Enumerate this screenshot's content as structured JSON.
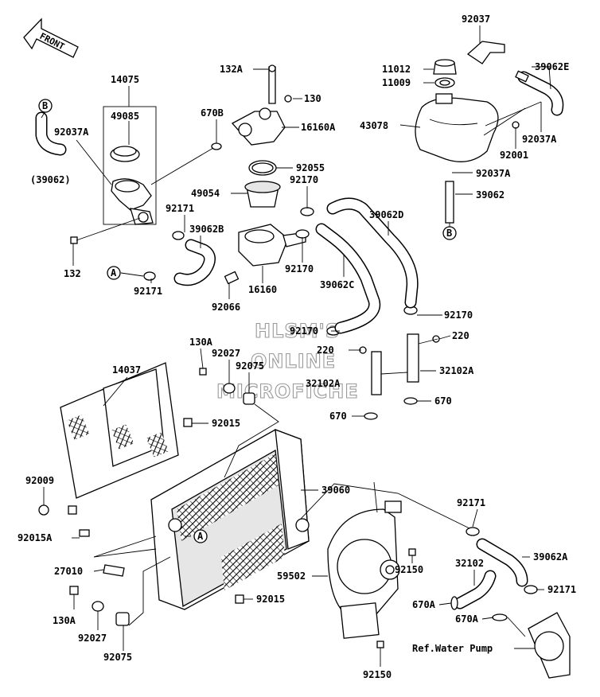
{
  "front_arrow": {
    "label": "FRONT"
  },
  "watermark": {
    "lines": [
      "HLSM'S",
      "ONLINE",
      "MICROFICHE"
    ]
  },
  "callouts": {
    "p92037": "92037",
    "p11012": "11012",
    "p11009": "11009",
    "p39062E": "39062E",
    "p43078": "43078",
    "p92037A_r": "92037A",
    "p92001": "92001",
    "p92037A_r2": "92037A",
    "p39062_r": "39062",
    "refB_r": "B",
    "p132A": "132A",
    "p130": "130",
    "p16160A": "16160A",
    "p14075": "14075",
    "p49085": "49085",
    "p670B": "670B",
    "refB_l": "B",
    "p92037A_l": "92037A",
    "p39062_l": "(39062)",
    "p92055": "92055",
    "p49054": "49054",
    "p92170_a": "92170",
    "p92171_a": "92171",
    "p39062B": "39062B",
    "p39062D": "39062D",
    "p132": "132",
    "refA_l": "A",
    "p92170_b": "92170",
    "p16160": "16160",
    "p39062C": "39062C",
    "p92171_b": "92171",
    "p92066": "92066",
    "p92170_c": "92170",
    "p92170_d": "92170",
    "p220_r": "220",
    "p130A_t": "130A",
    "p220_l": "220",
    "p92027_t": "92027",
    "p92075_t": "92075",
    "p14037": "14037",
    "p32102A_l": "32102A",
    "p32102A_r": "32102A",
    "p670_r": "670",
    "p670_l": "670",
    "p92015_t": "92015",
    "p92009": "92009",
    "p39060": "39060",
    "p92171_c": "92171",
    "p92015A": "92015A",
    "refA_r": "A",
    "p27010": "27010",
    "p39062A": "39062A",
    "p32102": "32102",
    "p59502": "59502",
    "p92150_t": "92150",
    "p92171_d": "92171",
    "p670A_l": "670A",
    "p130A_b": "130A",
    "p92015_b": "92015",
    "p670A_r": "670A",
    "p92027_b": "92027",
    "ref_water_pump": "Ref.Water Pump",
    "p92075_b": "92075",
    "p92150_b": "92150"
  }
}
